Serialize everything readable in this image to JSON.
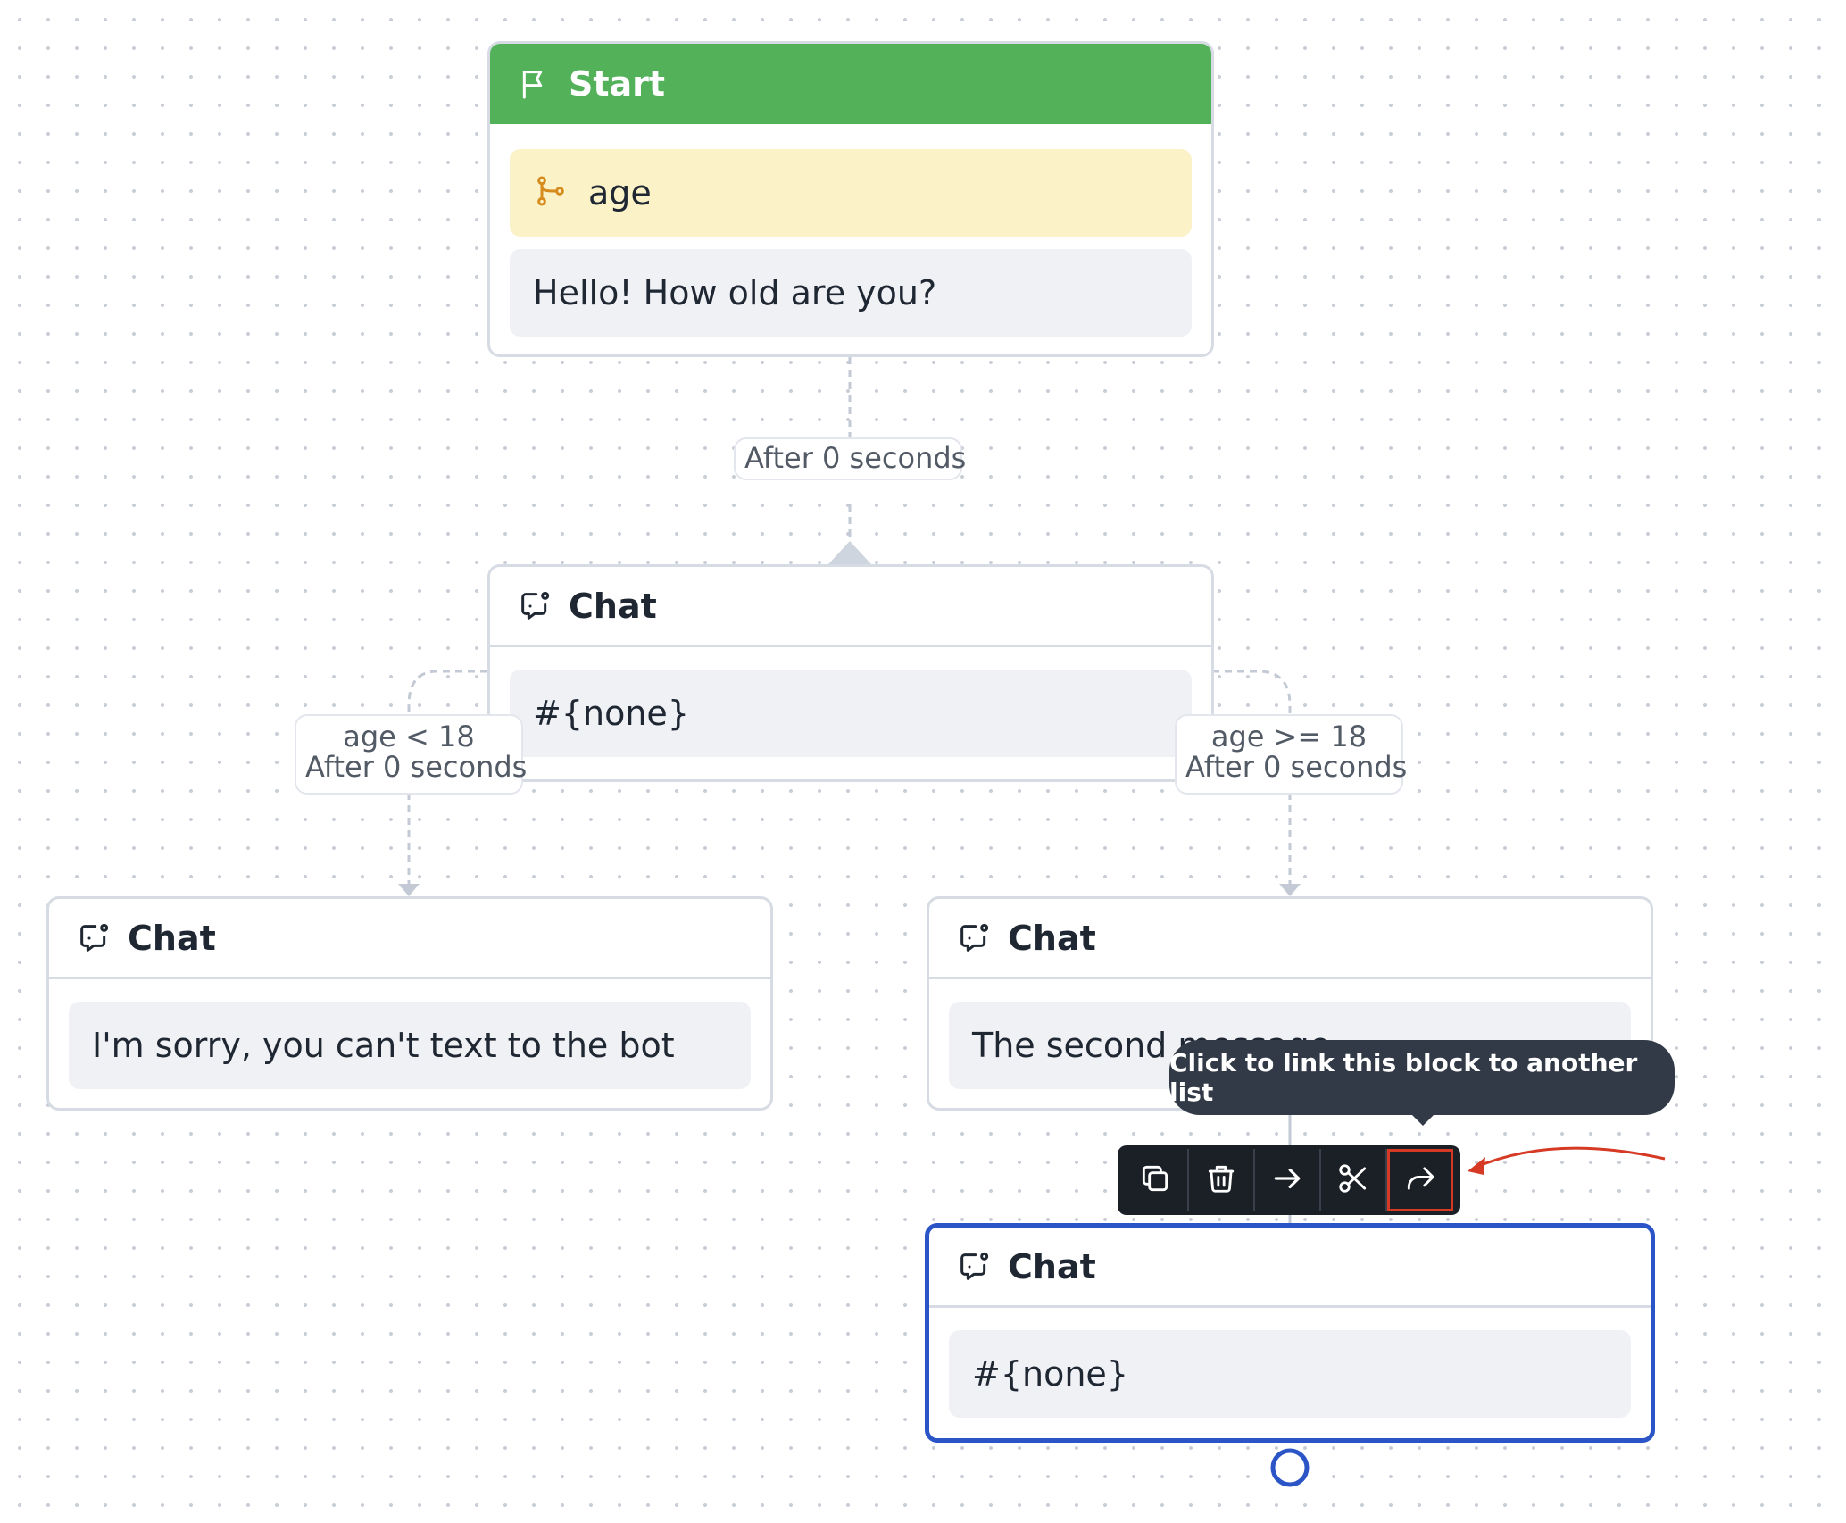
{
  "start_block": {
    "title": "Start",
    "icon": "flag-icon",
    "condition": "age",
    "message": "Hello! How old are you?"
  },
  "edge_labels": {
    "main": "After 0 seconds",
    "left_condition": "age < 18",
    "left_delay": "After 0 seconds",
    "right_condition": "age >= 18",
    "right_delay": "After 0 seconds"
  },
  "blocks": {
    "chat_center": {
      "title": "Chat",
      "message": "#{none}"
    },
    "chat_left": {
      "title": "Chat",
      "message": "I'm sorry, you can't text to the bot"
    },
    "chat_right": {
      "title": "Chat",
      "message": "The second message"
    },
    "chat_selected": {
      "title": "Chat",
      "message": "#{none}"
    }
  },
  "tooltip": {
    "text": "Click to link this block to another list"
  },
  "toolbar": {
    "tools": [
      "copy-icon",
      "trash-icon",
      "arrow-right-icon",
      "scissors-icon",
      "share-forward-icon"
    ],
    "highlighted_tool": "share-forward-icon"
  },
  "colors": {
    "start_header": "#53b15a",
    "condition_background": "#fcf2c8",
    "selected_border": "#2b55c7",
    "toolbar_background": "#1b1f26",
    "tooltip_background": "#333a47",
    "annotation_red": "#d63a25"
  }
}
